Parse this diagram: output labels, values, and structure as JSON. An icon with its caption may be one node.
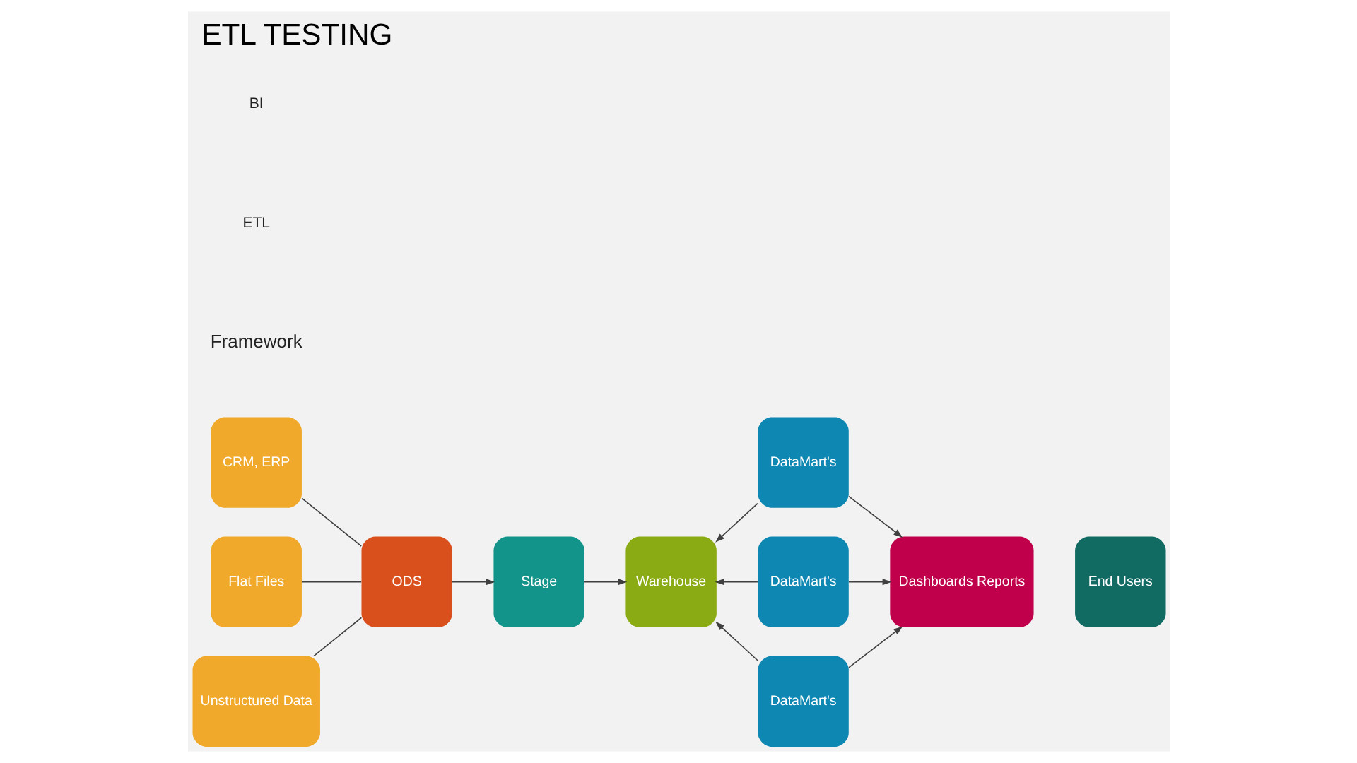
{
  "diagram": {
    "title": "ETL TESTING",
    "nodes": [
      {
        "text": [
          "CRM, ERP"
        ]
      },
      {
        "text": [
          "Flat Files"
        ]
      },
      {
        "text": [
          "Unstructured Data"
        ]
      },
      {
        "text": [
          "ODS"
        ]
      },
      {
        "text": [
          "Stage"
        ]
      },
      {
        "text": [
          "Warehouse"
        ]
      },
      {
        "text": [
          "DataMart's"
        ]
      },
      {
        "text": [
          "DataMart's"
        ]
      },
      {
        "text": [
          "DataMart's"
        ]
      },
      {
        "text": [
          "Dashboards Reports"
        ]
      },
      {
        "text": [
          "End Users"
        ]
      }
    ],
    "edges": [
      {
        "from": 0,
        "to": 3,
        "arrow": "none"
      },
      {
        "from": 1,
        "to": 3,
        "arrow": "none"
      },
      {
        "from": 2,
        "to": 3,
        "arrow": "none"
      },
      {
        "from": 3,
        "to": 4,
        "arrow": "to"
      },
      {
        "from": 4,
        "to": 5,
        "arrow": "to"
      },
      {
        "from": 6,
        "to": 5,
        "arrow": "to"
      },
      {
        "from": 7,
        "to": 5,
        "arrow": "to"
      },
      {
        "from": 8,
        "to": 5,
        "arrow": "to"
      },
      {
        "from": 6,
        "to": 9,
        "arrow": "to"
      },
      {
        "from": 7,
        "to": 9,
        "arrow": "to"
      },
      {
        "from": 8,
        "to": 9,
        "arrow": "to"
      }
    ],
    "labels": [
      "Framework",
      "ETL",
      "BI"
    ]
  }
}
